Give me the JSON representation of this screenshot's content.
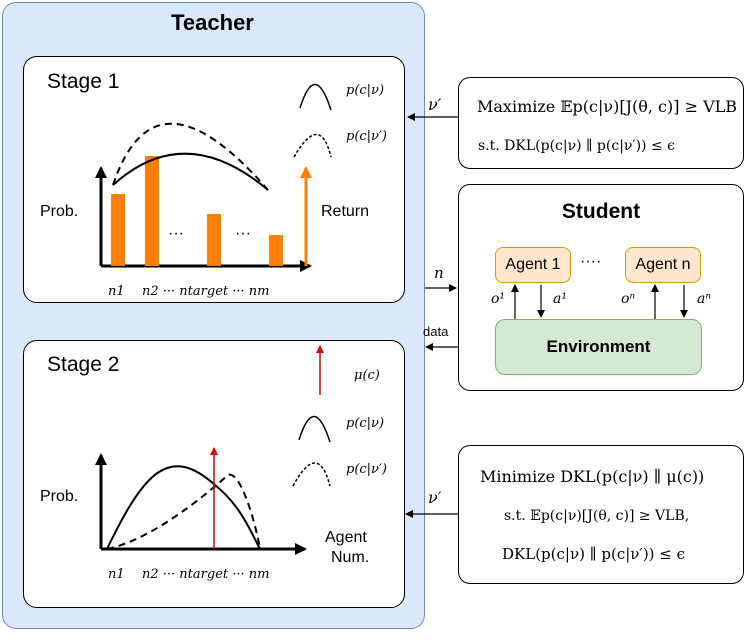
{
  "teacher": {
    "title": "Teacher"
  },
  "stage1": {
    "title": "Stage 1",
    "ylabel": "Prob.",
    "right_label": "Return",
    "legend": [
      "p(c|ν)",
      "p(c|ν′)"
    ],
    "dots": "···",
    "xticks": [
      "n1",
      "n2 ··· ntarget ··· nm"
    ]
  },
  "stage2": {
    "title": "Stage 2",
    "ylabel": "Prob.",
    "xlabel_line1": "Agent",
    "xlabel_line2": "Num.",
    "legend": [
      "μ(c)",
      "p(c|ν)",
      "p(c|ν′)"
    ],
    "xticks": [
      "n1",
      "n2 ··· ntarget ··· nm"
    ]
  },
  "top_right": {
    "line1": "Maximize 𝔼p(c|ν)[J(θ, c)] ≥ VLB",
    "line2": "s.t.  DKL(p(c|ν) ∥ p(c|ν′)) ≤ ϵ"
  },
  "student": {
    "title": "Student",
    "agent1": "Agent 1",
    "agentn": "Agent n",
    "dots": "····",
    "o1": "o¹",
    "a1": "a¹",
    "on": "oⁿ",
    "an": "aⁿ",
    "environment": "Environment"
  },
  "bottom_right": {
    "line1": "Minimize DKL(p(c|ν) ∥ μ(c))",
    "line2": "s.t. 𝔼p(c|ν)[J(θ, c)] ≥ VLB,",
    "line3": "DKL(p(c|ν) ∥ p(c|ν′)) ≤ ϵ"
  },
  "arrows": {
    "nu_prime_top": "ν′",
    "n": "n",
    "data": "data",
    "nu_prime_bottom": "ν′"
  },
  "colors": {
    "teacher_bg": "#dae8fc",
    "bar": "#ff8000",
    "red": "#e00000",
    "agent_bg": "#ffe6cc",
    "env_bg": "#d5e8d4"
  }
}
